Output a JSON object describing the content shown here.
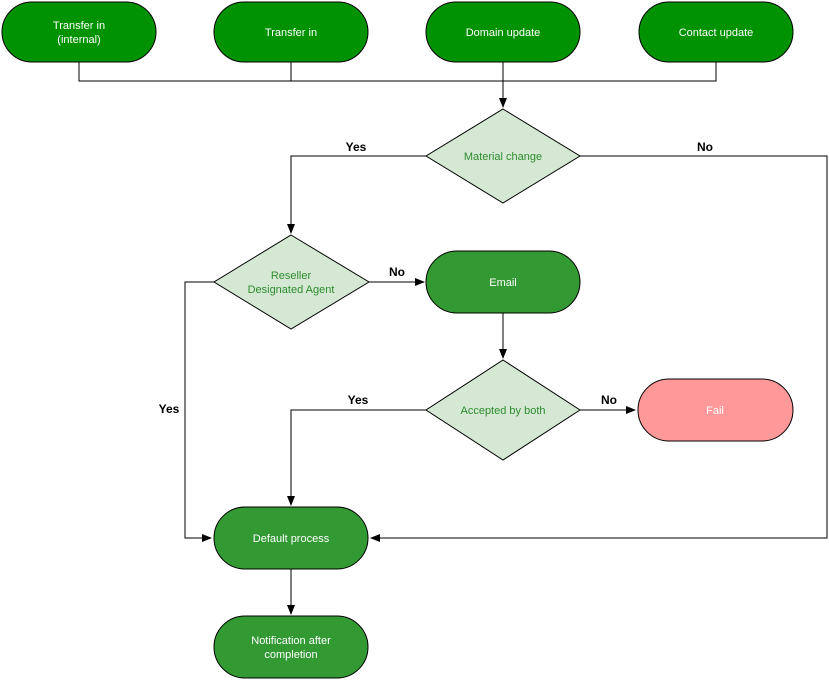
{
  "colors": {
    "start_fill": "#009200",
    "process_fill": "#339933",
    "decision_fill": "#d5e8d4",
    "decision_text": "#2e8b2e",
    "fail_fill": "#ff9999",
    "stroke": "#000000"
  },
  "nodes": {
    "transfer_in_internal": {
      "lines": [
        "Transfer in",
        "(internal)"
      ]
    },
    "transfer_in": {
      "lines": [
        "Transfer in"
      ]
    },
    "domain_update": {
      "lines": [
        "Domain update"
      ]
    },
    "contact_update": {
      "lines": [
        "Contact update"
      ]
    },
    "material_change": {
      "lines": [
        "Material change"
      ]
    },
    "reseller_agent": {
      "lines": [
        "Reseller",
        "Designated Agent"
      ]
    },
    "email": {
      "lines": [
        "Email"
      ]
    },
    "accepted_by_both": {
      "lines": [
        "Accepted by both"
      ]
    },
    "fail": {
      "lines": [
        "Fail"
      ]
    },
    "default_process": {
      "lines": [
        "Default process"
      ]
    },
    "notification": {
      "lines": [
        "Notification after",
        "completion"
      ]
    }
  },
  "edges": {
    "material_yes": "Yes",
    "material_no": "No",
    "reseller_yes": "Yes",
    "reseller_no": "No",
    "accepted_yes": "Yes",
    "accepted_no": "No"
  }
}
